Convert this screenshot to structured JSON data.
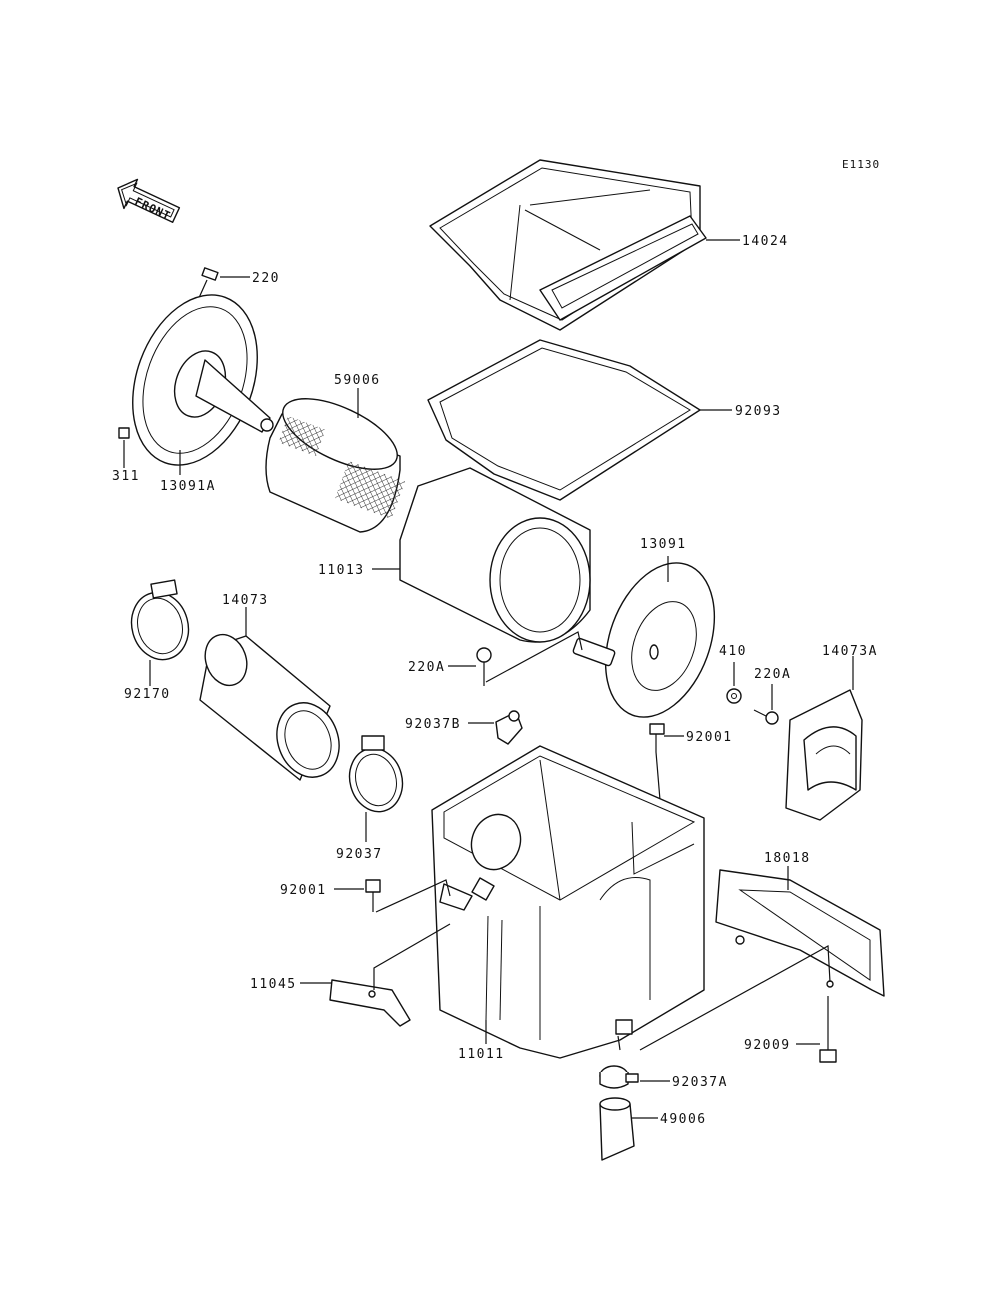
{
  "diagram": {
    "code": "E1130",
    "direction_label": "FRONT",
    "parts": {
      "p14024": "14024",
      "p220": "220",
      "p92093": "92093",
      "p59006": "59006",
      "p311": "311",
      "p13091A": "13091A",
      "p11013": "11013",
      "p13091": "13091",
      "p14073": "14073",
      "p92170": "92170",
      "p410": "410",
      "p220A_right": "220A",
      "p14073A": "14073A",
      "p220A_left": "220A",
      "p92037B": "92037B",
      "p92001_upper": "92001",
      "p92037": "92037",
      "p18018": "18018",
      "p92001_lower": "92001",
      "p11045": "11045",
      "p11011": "11011",
      "p92009": "92009",
      "p92037A": "92037A",
      "p49006": "49006"
    }
  }
}
